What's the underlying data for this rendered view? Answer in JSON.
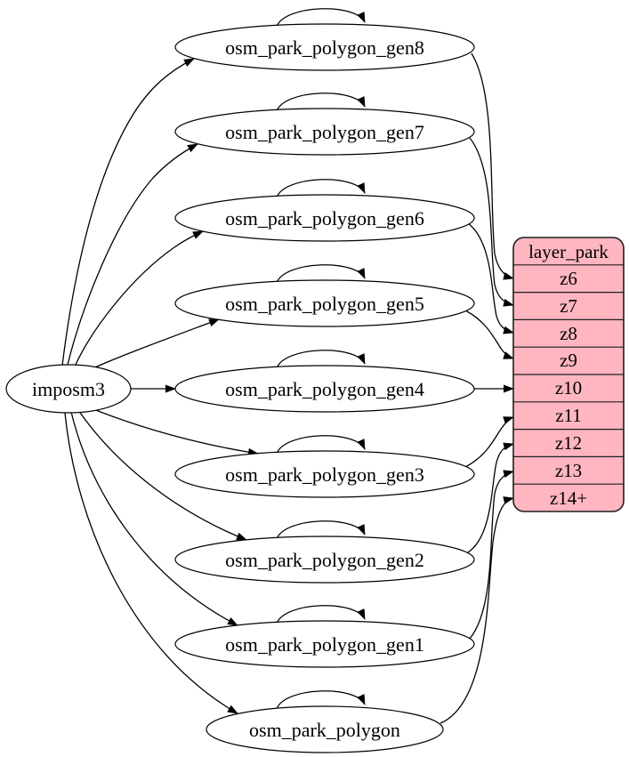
{
  "diagram": {
    "source": {
      "label": "imposm3"
    },
    "tables": [
      {
        "label": "osm_park_polygon_gen8",
        "zoom_target": "z6"
      },
      {
        "label": "osm_park_polygon_gen7",
        "zoom_target": "z7"
      },
      {
        "label": "osm_park_polygon_gen6",
        "zoom_target": "z8"
      },
      {
        "label": "osm_park_polygon_gen5",
        "zoom_target": "z9"
      },
      {
        "label": "osm_park_polygon_gen4",
        "zoom_target": "z10"
      },
      {
        "label": "osm_park_polygon_gen3",
        "zoom_target": "z11"
      },
      {
        "label": "osm_park_polygon_gen2",
        "zoom_target": "z12"
      },
      {
        "label": "osm_park_polygon_gen1",
        "zoom_target": "z13"
      },
      {
        "label": "osm_park_polygon",
        "zoom_target": "z14+"
      }
    ],
    "layer": {
      "title": "layer_park",
      "rows": [
        "z6",
        "z7",
        "z8",
        "z9",
        "z10",
        "z11",
        "z12",
        "z13",
        "z14+"
      ]
    },
    "edges": {
      "from_source_to": [
        "osm_park_polygon_gen8",
        "osm_park_polygon_gen7",
        "osm_park_polygon_gen6",
        "osm_park_polygon_gen5",
        "osm_park_polygon_gen4",
        "osm_park_polygon_gen3",
        "osm_park_polygon_gen2",
        "osm_park_polygon_gen1",
        "osm_park_polygon"
      ],
      "self_loops_on": [
        "osm_park_polygon_gen8",
        "osm_park_polygon_gen7",
        "osm_park_polygon_gen6",
        "osm_park_polygon_gen5",
        "osm_park_polygon_gen4",
        "osm_park_polygon_gen3",
        "osm_park_polygon_gen2",
        "osm_park_polygon_gen1",
        "osm_park_polygon"
      ],
      "table_to_layer_row": [
        {
          "from": "osm_park_polygon_gen8",
          "to": "z6"
        },
        {
          "from": "osm_park_polygon_gen7",
          "to": "z7"
        },
        {
          "from": "osm_park_polygon_gen6",
          "to": "z8"
        },
        {
          "from": "osm_park_polygon_gen5",
          "to": "z9"
        },
        {
          "from": "osm_park_polygon_gen4",
          "to": "z10"
        },
        {
          "from": "osm_park_polygon_gen3",
          "to": "z11"
        },
        {
          "from": "osm_park_polygon_gen2",
          "to": "z12"
        },
        {
          "from": "osm_park_polygon_gen1",
          "to": "z13"
        },
        {
          "from": "osm_park_polygon",
          "to": "z14+"
        }
      ]
    },
    "colors": {
      "layer_fill": "#ffb6c1",
      "node_fill": "#ffffff",
      "stroke": "#000000",
      "background": "#ffffff"
    }
  }
}
